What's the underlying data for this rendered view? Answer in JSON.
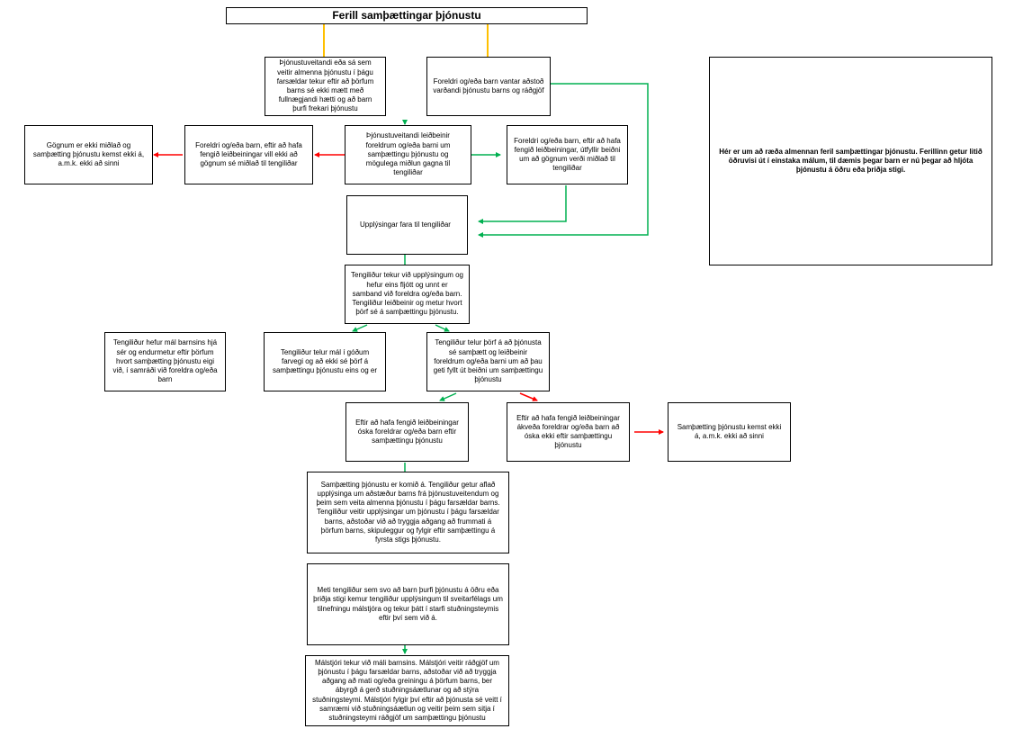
{
  "diagram": {
    "title": "Ferill samþættingar þjónustu",
    "boxes": {
      "service_provider": "Þjónustuveitandi eða sá sem veitir almenna þjónustu í þágu farsældar tekur eftir að þörfum barns sé ekki mætt  með fullnægjandi hætti og að barn þurfi frekari þjónustu",
      "parents_need": "Foreldri og/eða barn vantar aðstoð varðandi þjónustu barns og ráðgjöf",
      "note": "Hér er um að ræða almennan feril samþættingar þjónustu. Ferillinn getur litið öðruvísi út í einstaka málum, til dæmis þegar barn er nú þegar að hljóta þjónustu á öðru eða þriðja stigi.",
      "data_not_sent": "Gögnum er ekki miðlað og samþætting þjónustu kemst ekki á, a.m.k. ekki að sinni",
      "parents_refuse": "Foreldri og/eða barn, eftir að hafa fengið leiðbeiningar vill ekki að gögnum sé miðlað til tengiliðar",
      "provider_guides": "Þjónustuveitandi leiðbeinir foreldrum og/eða barni um samþættingu þjónustu og mögulega miðlun gagna til tengiliðar",
      "parents_request": "Foreldri og/eða barn, eftir að hafa fengið leiðbeiningar, útfyllir beiðni um að gögnum verði miðlað til tengiliðar",
      "info_to_contact": "Upplýsingar fara til tengiliðar",
      "contact_receives": "Tengiliður tekur við upplýsingum og hefur eins fljótt og unnt er samband við foreldra og/eða barn. Tengiliður leiðbeinir og metur hvort þörf sé á samþættingu þjónustu.",
      "contact_keeps_case": "Tengiliður hefur mál barnsins hjá sér og endurmetur eftir þörfum hvort samþætting þjónustu eigi við, í samráði við foreldra og/eða barn",
      "contact_no_need": "Tengiliður telur mál í góðum farvegi og að ekki sé þörf á samþættingu þjónustu eins og er",
      "contact_need": "Tengiliður telur þörf á að þjónusta sé samþætt og leiðbeinir foreldrum og/eða barni um að þau geti fyllt út beiðni um samþættingu þjónustu",
      "parents_want": "Eftir að hafa fengið leiðbeiningar óska foreldrar og/eða barn eftir samþættingu þjónustu",
      "parents_dont_want": "Eftir að hafa fengið leiðbeiningar ákveða foreldrar og/eða barn að óska ekki eftir samþættingu þjónustu",
      "not_established": "Samþætting þjónustu kemst ekki á, a.m.k. ekki að sinni",
      "integration_established": "Samþætting þjónustu er komið á. Tengiliður getur aflað upplýsinga um aðstæður barns frá þjónustuveitendum og þeim sem veita almenna þjónustu í þágu farsældar barns. Tengiliður veitir upplýsingar um þjónustu í þágu farsældar barns, aðstoðar við að tryggja aðgang að frummati á þörfum barns, skipuleggur og fylgir eftir samþættingu á fyrsta stigs þjónustu.",
      "second_third_level": "Meti tengiliður sem svo að barn þurfi þjónustu á öðru eða þriðja stigi kemur tengiliður upplýsingum til sveitarfélags um tilnefningu málstjóra og tekur þátt í starfi stuðningsteymis eftir því sem við á.",
      "case_manager": "Málstjóri tekur við máli barnsins. Málstjóri veitir ráðgjöf um þjónustu í þágu farsældar barns, aðstoðar við að tryggja aðgang að mati og/eða greiningu á þörfum barns, ber ábyrgð á gerð stuðningsáætlunar og að stýra stuðningsteymi. Málstjóri fylgir því eftir að þjónusta sé veitt í samræmi við stuðningsáætlun og veitir þeim sem sitja í stuðningsteymi ráðgjöf um samþættingu þjónustu"
    },
    "colors": {
      "positive_arrow": "#00b050",
      "negative_arrow": "#ff0000",
      "title_connector": "#ffc000",
      "border": "#000000"
    }
  }
}
